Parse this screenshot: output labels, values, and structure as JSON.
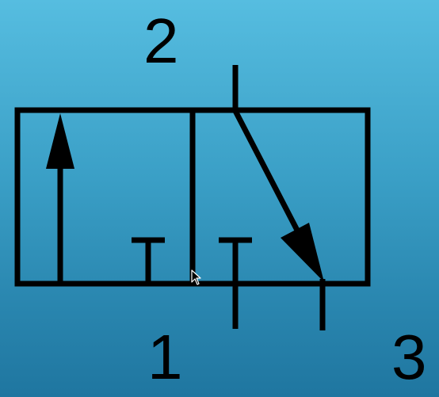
{
  "diagram": {
    "symbol": "3/2-way valve",
    "ports": {
      "top": "2",
      "bottom_left": "1",
      "bottom_right": "3"
    },
    "colors": {
      "background_top": "#56bde0",
      "background_bottom": "#1f76a0",
      "stroke": "#000000"
    },
    "icons": {
      "pointer": "mouse-pointer-icon"
    }
  }
}
